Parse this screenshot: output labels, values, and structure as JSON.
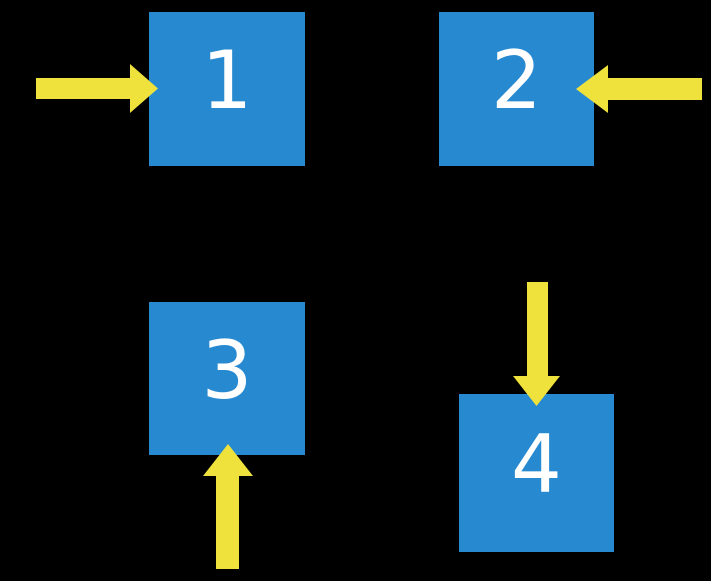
{
  "colors": {
    "canvas_bg": "#000000",
    "box_blue": "#2789cf",
    "arrow_yellow": "#f0e23c",
    "label_white": "#ffffff"
  },
  "boxes": [
    {
      "label": "1",
      "position": "top-left"
    },
    {
      "label": "2",
      "position": "top-right"
    },
    {
      "label": "3",
      "position": "bottom-left"
    },
    {
      "label": "4",
      "position": "bottom-right"
    }
  ],
  "arrows": [
    {
      "points_at": "1",
      "direction": "right",
      "placement": "left-of-box"
    },
    {
      "points_at": "2",
      "direction": "left",
      "placement": "right-of-box"
    },
    {
      "points_at": "3",
      "direction": "up",
      "placement": "below-box"
    },
    {
      "points_at": "4",
      "direction": "down",
      "placement": "above-box"
    }
  ]
}
